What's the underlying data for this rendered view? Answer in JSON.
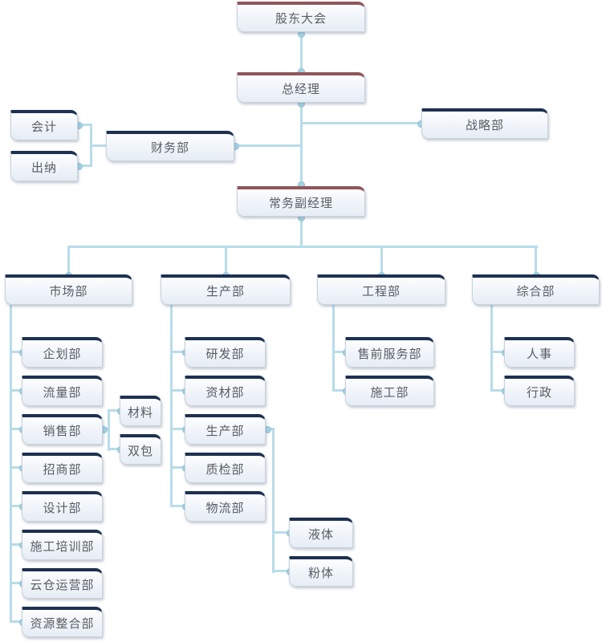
{
  "diagram": {
    "type": "org-chart"
  },
  "nodes": {
    "shareholders": {
      "label": "股东大会"
    },
    "general_manager": {
      "label": "总经理"
    },
    "finance": {
      "label": "财务部"
    },
    "accounting": {
      "label": "会计"
    },
    "cashier": {
      "label": "出纳"
    },
    "strategy": {
      "label": "战略部"
    },
    "deputy_manager": {
      "label": "常务副经理"
    },
    "marketing": {
      "label": "市场部"
    },
    "production": {
      "label": "生产部"
    },
    "engineering": {
      "label": "工程部"
    },
    "general_affairs": {
      "label": "综合部"
    },
    "planning": {
      "label": "企划部"
    },
    "traffic": {
      "label": "流量部"
    },
    "sales": {
      "label": "销售部"
    },
    "merchants": {
      "label": "招商部"
    },
    "design": {
      "label": "设计部"
    },
    "construction_training": {
      "label": "施工培训部"
    },
    "cloud_warehouse": {
      "label": "云仓运营部"
    },
    "resource_integration": {
      "label": "资源整合部"
    },
    "material": {
      "label": "材料"
    },
    "double_contract": {
      "label": "双包"
    },
    "rnd": {
      "label": "研发部"
    },
    "supplies": {
      "label": "资材部"
    },
    "production_sub": {
      "label": "生产部"
    },
    "quality": {
      "label": "质检部"
    },
    "logistics": {
      "label": "物流部"
    },
    "liquid": {
      "label": "液体"
    },
    "powder": {
      "label": "粉体"
    },
    "presales_service": {
      "label": "售前服务部"
    },
    "construction": {
      "label": "施工部"
    },
    "hr": {
      "label": "人事"
    },
    "admin": {
      "label": "行政"
    }
  },
  "structure": {
    "label": "股东大会",
    "children": [
      {
        "label": "总经理",
        "children": [
          {
            "label": "财务部",
            "children": [
              {
                "label": "会计"
              },
              {
                "label": "出纳"
              }
            ]
          },
          {
            "label": "战略部"
          },
          {
            "label": "常务副经理",
            "children": [
              {
                "label": "市场部",
                "children": [
                  {
                    "label": "企划部"
                  },
                  {
                    "label": "流量部"
                  },
                  {
                    "label": "销售部",
                    "children": [
                      {
                        "label": "材料"
                      },
                      {
                        "label": "双包"
                      }
                    ]
                  },
                  {
                    "label": "招商部"
                  },
                  {
                    "label": "设计部"
                  },
                  {
                    "label": "施工培训部"
                  },
                  {
                    "label": "云仓运营部"
                  },
                  {
                    "label": "资源整合部"
                  }
                ]
              },
              {
                "label": "生产部",
                "children": [
                  {
                    "label": "研发部"
                  },
                  {
                    "label": "资材部"
                  },
                  {
                    "label": "生产部",
                    "children": [
                      {
                        "label": "液体"
                      },
                      {
                        "label": "粉体"
                      }
                    ]
                  },
                  {
                    "label": "质检部"
                  },
                  {
                    "label": "物流部"
                  }
                ]
              },
              {
                "label": "工程部",
                "children": [
                  {
                    "label": "售前服务部"
                  },
                  {
                    "label": "施工部"
                  }
                ]
              },
              {
                "label": "综合部",
                "children": [
                  {
                    "label": "人事"
                  },
                  {
                    "label": "行政"
                  }
                ]
              }
            ]
          }
        ]
      }
    ]
  },
  "colors": {
    "executive_top_bar": "#90565a",
    "department_top_bar": "#1d3151",
    "connector_line": "#b8dcea",
    "connector_dot": "#a5d3e4",
    "box_fill": "#eef3f9",
    "box_border": "#c9d2dc",
    "text": "#585d64",
    "background": "#ffffff"
  }
}
